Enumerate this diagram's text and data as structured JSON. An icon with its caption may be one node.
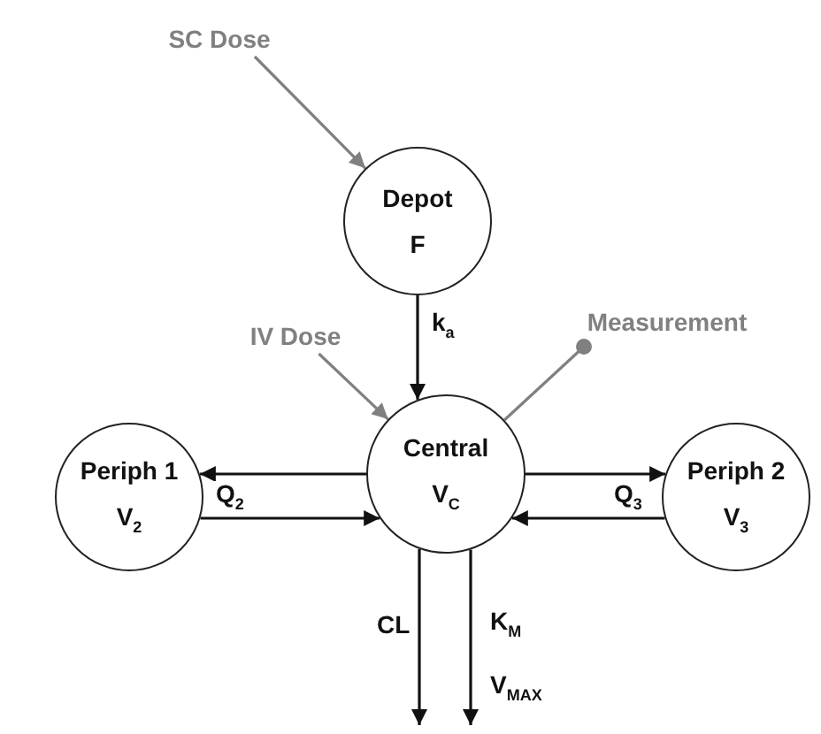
{
  "diagram": {
    "nodes": [
      {
        "text": [
          "SC Dose"
        ]
      },
      {
        "text": [
          "Depot",
          "F"
        ]
      },
      {
        "text": [
          "IV Dose"
        ]
      },
      {
        "text": [
          "Measurement"
        ]
      },
      {
        "text": [
          "Periph 1",
          "V$_{2}$"
        ]
      },
      {
        "text": [
          "Central",
          "V$_{C}$"
        ]
      },
      {
        "text": [
          "Periph 2",
          "V$_{3}$"
        ]
      }
    ],
    "edges": [
      {
        "from": 0,
        "to": 1,
        "arrow": "to",
        "color": "#808080"
      },
      {
        "from": 1,
        "to": 5,
        "arrow": "to",
        "label": "k$_{a}$"
      },
      {
        "from": 2,
        "to": 5,
        "arrow": "to",
        "color": "#808080"
      },
      {
        "from": 5,
        "to": 3,
        "arrow": "other",
        "color": "#808080"
      },
      {
        "from": 5,
        "to": 4,
        "arrow": "to",
        "label": "Q$_{2}$"
      },
      {
        "from": 4,
        "to": 5,
        "arrow": "to"
      },
      {
        "from": 5,
        "to": 6,
        "arrow": "to",
        "label": "Q$_{3}$"
      },
      {
        "from": 6,
        "to": 5,
        "arrow": "to"
      },
      {
        "from": 5,
        "to": null,
        "arrow": "to",
        "label": "CL"
      },
      {
        "from": 5,
        "to": null,
        "arrow": "to",
        "label": "K$_{M}$ V$_{MAX}$"
      }
    ]
  }
}
